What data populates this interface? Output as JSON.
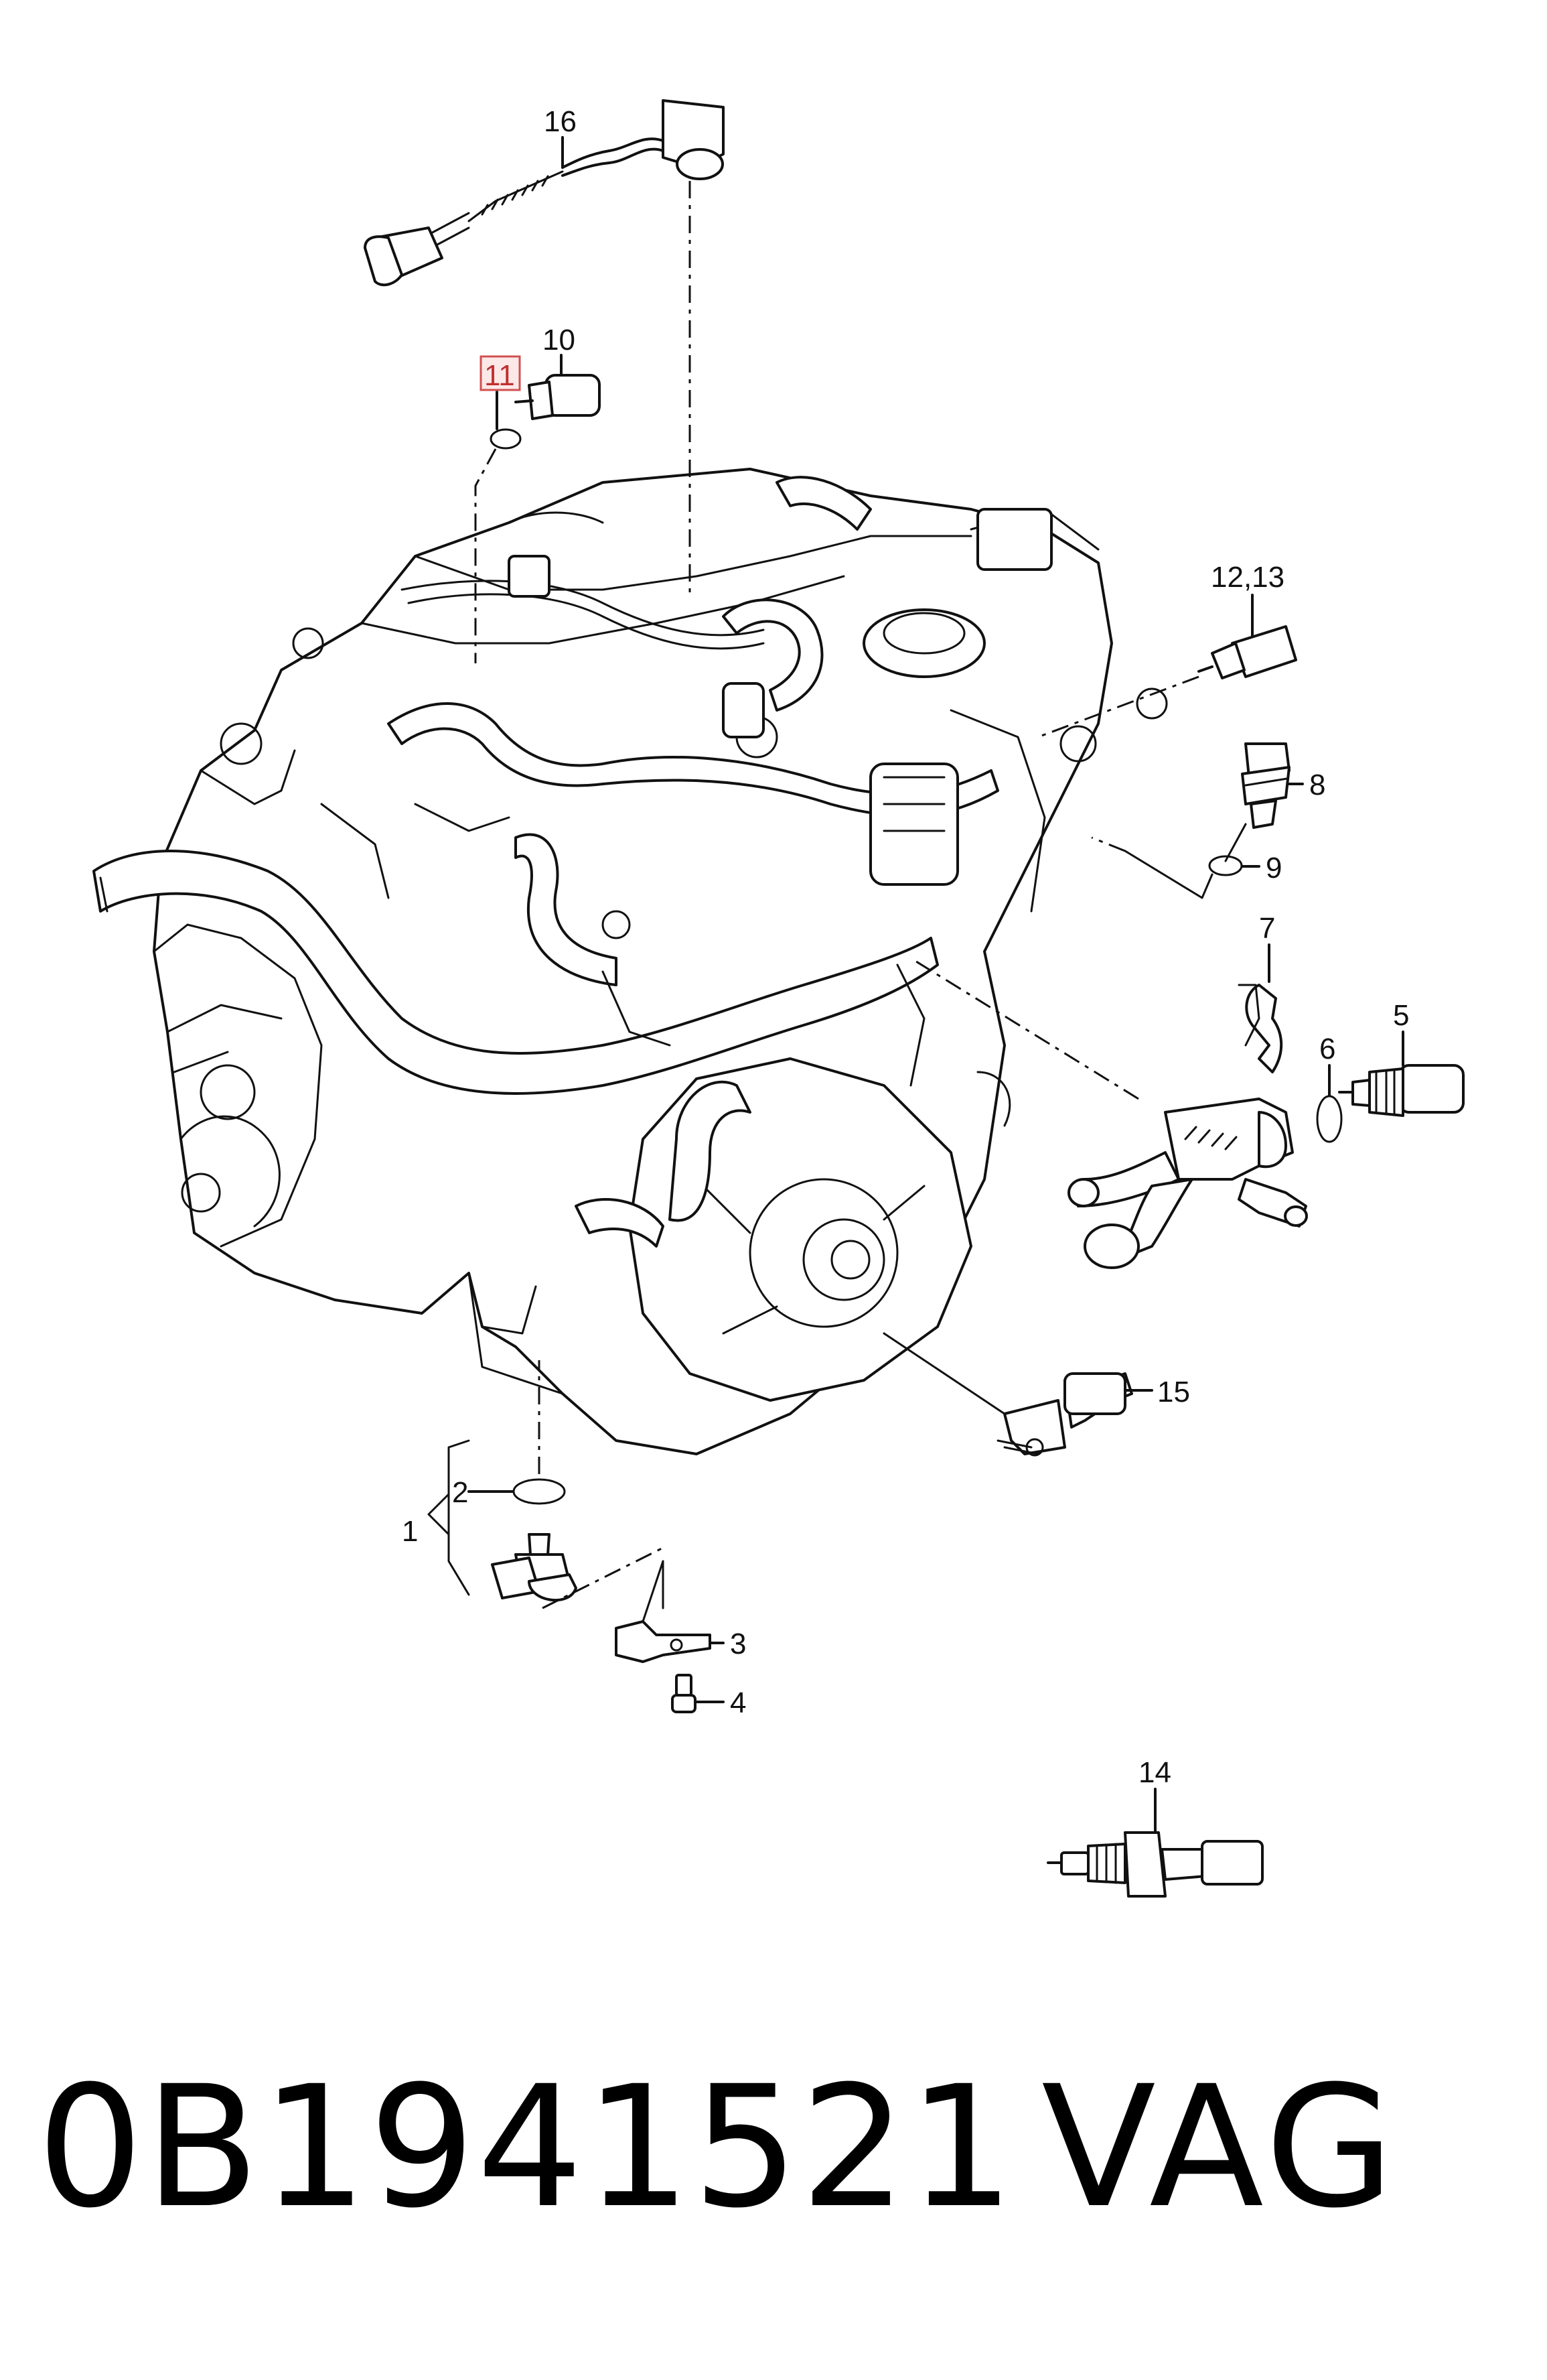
{
  "diagram": {
    "callouts": {
      "c16": "16",
      "c10": "10",
      "c11": "11",
      "c12_13": "12,13",
      "c8": "8",
      "c9": "9",
      "c7": "7",
      "c6": "6",
      "c5": "5",
      "c15": "15",
      "c2": "2",
      "c1": "1",
      "c3": "3",
      "c4": "4",
      "c14": "14"
    },
    "highlighted_callout": "11"
  },
  "footer": {
    "part_number": "0B1941521",
    "brand": "VAG"
  }
}
